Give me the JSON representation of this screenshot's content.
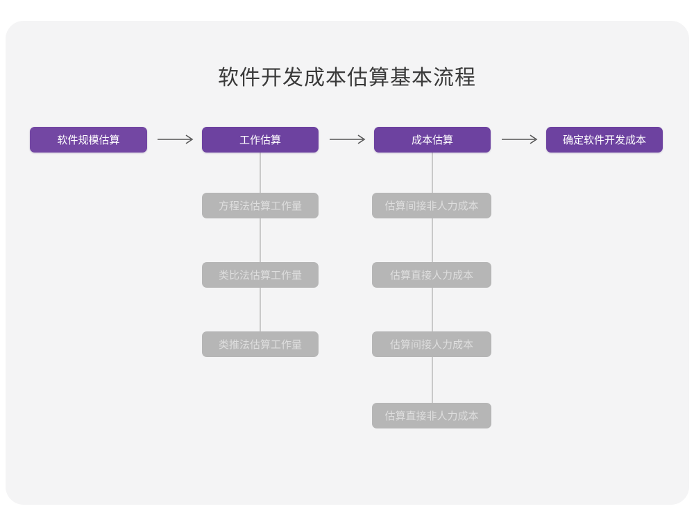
{
  "diagram": {
    "title": "软件开发成本估算基本流程",
    "type": "flowchart",
    "colors": {
      "canvas": "#ffffff",
      "card": "#f4f4f5",
      "primary_node": "#6d42a0",
      "primary_node_text": "#ffffff",
      "sub_node": "#b6b6b6",
      "sub_node_text": "#dedede",
      "connector": "#c9c9c9",
      "title_text": "#3a3a3a"
    },
    "main_flow": [
      {
        "id": "step1",
        "label": "软件规模估算"
      },
      {
        "id": "step2",
        "label": "工作估算"
      },
      {
        "id": "step3",
        "label": "成本估算"
      },
      {
        "id": "step4",
        "label": "确定软件开发成本"
      }
    ],
    "arrows": [
      {
        "id": "arrow-1",
        "from": "step1",
        "to": "step2",
        "glyph": "→"
      },
      {
        "id": "arrow-2",
        "from": "step2",
        "to": "step3",
        "glyph": "→"
      },
      {
        "id": "arrow-3",
        "from": "step3",
        "to": "step4",
        "glyph": "→"
      }
    ],
    "branches": [
      {
        "parent": "step2",
        "items": [
          {
            "label": "方程法估算工作量"
          },
          {
            "label": "类比法估算工作量"
          },
          {
            "label": "类推法估算工作量"
          }
        ]
      },
      {
        "parent": "step3",
        "items": [
          {
            "label": "估算间接非人力成本"
          },
          {
            "label": "估算直接人力成本"
          },
          {
            "label": "估算间接人力成本"
          },
          {
            "label": "估算直接非人力成本"
          }
        ]
      }
    ]
  }
}
